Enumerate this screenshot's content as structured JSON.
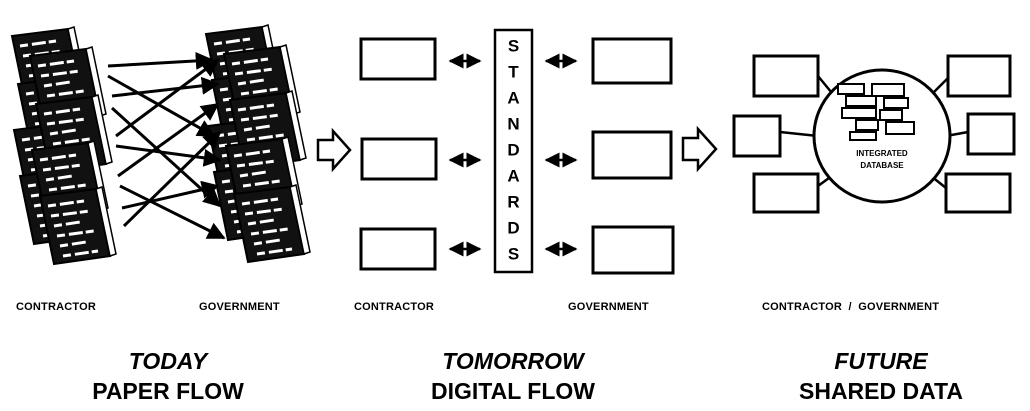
{
  "panels": {
    "today": {
      "left_label": "CONTRACTOR",
      "right_label": "GOVERNMENT",
      "title": "TODAY",
      "subtitle": "PAPER FLOW"
    },
    "tomorrow": {
      "left_label": "CONTRACTOR",
      "right_label": "GOVERNMENT",
      "hub_letters": [
        "S",
        "T",
        "A",
        "N",
        "D",
        "A",
        "R",
        "D",
        "S"
      ],
      "title": "TOMORROW",
      "subtitle": "DIGITAL FLOW"
    },
    "future": {
      "center_label_line1": "INTEGRATED",
      "center_label_line2": "DATABASE",
      "footer_label": "CONTRACTOR  /  GOVERNMENT",
      "title": "FUTURE",
      "subtitle": "SHARED DATA"
    }
  },
  "colors": {
    "ink": "#000000",
    "paper": "#ffffff"
  }
}
